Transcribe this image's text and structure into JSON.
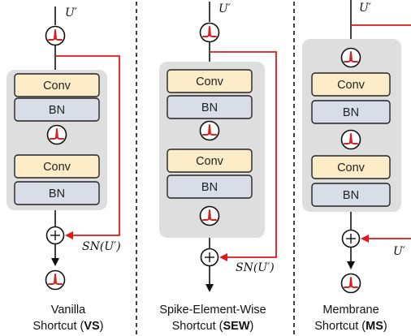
{
  "colors": {
    "conv_fill": "#fcecc8",
    "bn_fill": "#d8dde8",
    "group_bg": "#dedede",
    "spike": "#d32222",
    "shortcut_line": "#e01818",
    "arrow": "#111111"
  },
  "icons": {
    "spike_neuron": "spike-neuron-icon",
    "add": "add-icon"
  },
  "labels": {
    "input": "U′",
    "sn_output": "SN(U′)",
    "input_short": "U′",
    "conv": "Conv",
    "bn": "BN"
  },
  "panels": [
    {
      "id": "vs",
      "caption_line1": "Vanilla",
      "caption_line2_prefix": "Shortcut (",
      "caption_abbr": "VS",
      "caption_line2_suffix": ")"
    },
    {
      "id": "sew",
      "caption_line1": "Spike-Element-Wise",
      "caption_line2_prefix": "Shortcut (",
      "caption_abbr": "SEW",
      "caption_line2_suffix": ")"
    },
    {
      "id": "ms",
      "caption_line1": "Membrane",
      "caption_line2_prefix": "Shortcut (",
      "caption_abbr": "MS",
      "caption_line2_suffix": ")"
    }
  ]
}
